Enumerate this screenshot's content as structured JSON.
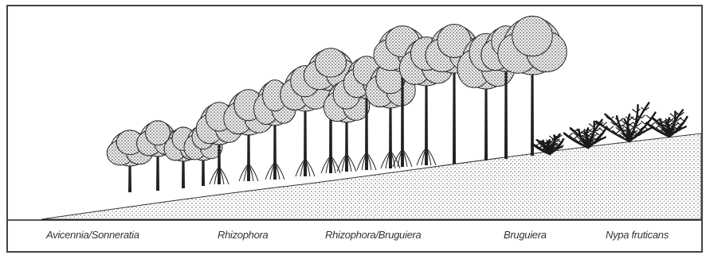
{
  "zones": [
    {
      "label": "Avicennia/Sonneratia"
    },
    {
      "label": "Rhizophora"
    },
    {
      "label": "Rhizophora/Bruguiera"
    },
    {
      "label": "Bruguiera"
    },
    {
      "label": "Nypa fruticans"
    }
  ],
  "colors": {
    "ink": "#1a1a1a",
    "frame": "#444444",
    "stipple": "#555555"
  }
}
